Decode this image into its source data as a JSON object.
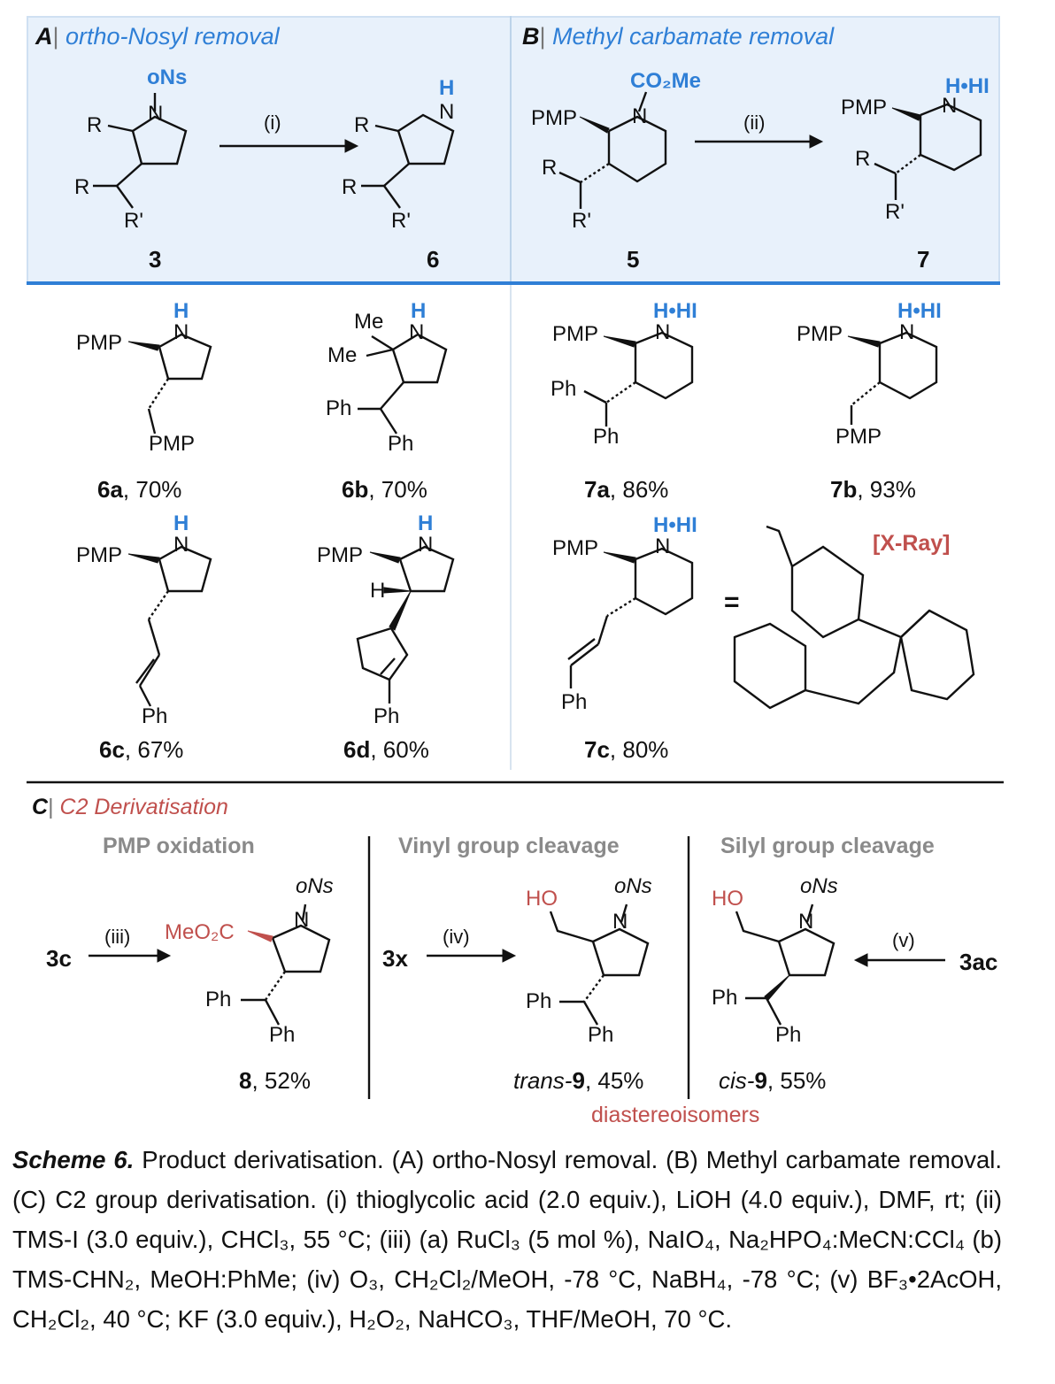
{
  "panel_a": {
    "letter": "A",
    "title": "ortho-Nosyl removal",
    "start_compound": "3",
    "product_compound": "6",
    "step": "(i)",
    "group_ons": "oNs",
    "group_h": "H"
  },
  "panel_b": {
    "letter": "B",
    "title": "Methyl carbamate removal",
    "start_compound": "5",
    "product_compound": "7",
    "step": "(ii)",
    "group_co2me": "CO₂Me",
    "group_hhi": "H•HI"
  },
  "atoms": {
    "r": "R",
    "r_prime": "R'",
    "n": "N",
    "pmp": "PMP",
    "ph": "Ph",
    "me": "Me",
    "h": "H",
    "ho": "HO",
    "ons": "oNs",
    "meo2c": "MeO₂C"
  },
  "products": [
    {
      "id": "6a",
      "yield": ", 70%"
    },
    {
      "id": "6b",
      "yield": ", 70%"
    },
    {
      "id": "7a",
      "yield": ", 86%"
    },
    {
      "id": "7b",
      "yield": ", 93%"
    },
    {
      "id": "6c",
      "yield": ", 67%"
    },
    {
      "id": "6d",
      "yield": ", 60%"
    },
    {
      "id": "7c",
      "yield": ", 80%"
    }
  ],
  "xray": {
    "label": "[X-Ray]",
    "equals": "="
  },
  "panel_c": {
    "letter": "C",
    "title": "C2 Derivatisation",
    "sections": [
      "PMP oxidation",
      "Vinyl group cleavage",
      "Silyl group cleavage"
    ],
    "reactions": [
      {
        "start": "3c",
        "step": "(iii)",
        "product_id": "8",
        "product_yield": ", 52%"
      },
      {
        "start": "3x",
        "step": "(iv)",
        "product_prefix": "trans-",
        "product_id": "9",
        "product_yield": ", 45%"
      },
      {
        "start": "3ac",
        "step": "(v)",
        "product_prefix": "cis-",
        "product_id": "9",
        "product_yield": ", 55%"
      }
    ],
    "diastereo_label": "diastereoisomers"
  },
  "caption": {
    "lead": "Scheme 6.",
    "text": " Product derivatisation. (A) ortho-Nosyl removal. (B) Methyl carbamate removal. (C) C2 group derivatisation. (i) thioglycolic acid (2.0 equiv.), LiOH (4.0 equiv.), DMF, rt; (ii) TMS-I (3.0 equiv.), CHCl₃, 55 °C; (iii) (a) RuCl₃ (5 mol %), NaIO₄, Na₂HPO₄:MeCN:CCl₄ (b) TMS-CHN₂, MeOH:PhMe; (iv) O₃, CH₂Cl₂/MeOH, -78 °C, NaBH₄, -78 °C; (v) BF₃•2AcOH, CH₂Cl₂, 40 °C; KF (3.0 equiv.), H₂O₂, NaHCO₃, THF/MeOH, 70 °C."
  },
  "colors": {
    "header_blue": "#2f7fd6",
    "header_bg": "#e8f1fb",
    "divider_blue": "#2f7fd6",
    "divider_red": "#c0504d",
    "accent_red": "#c0504d",
    "carbon_green": "#4cd94c"
  }
}
